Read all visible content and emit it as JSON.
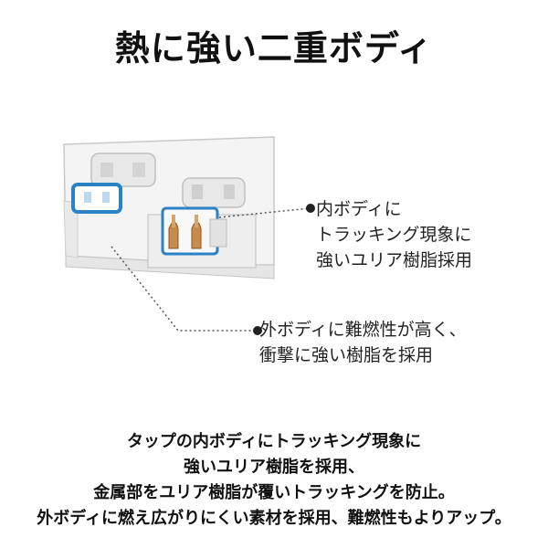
{
  "title": "熱に強い二重ボディ",
  "callouts": {
    "inner": {
      "lines": [
        "内ボディに",
        "トラッキング現象に",
        "強いユリア樹脂採用"
      ]
    },
    "outer": {
      "lines": [
        "外ボディに難燃性が高く、",
        "衝撃に強い樹脂を採用"
      ]
    }
  },
  "description": {
    "lines": [
      "タップの内ボディにトラッキング現象に",
      "強いユリア樹脂を採用、",
      "金属部をユリア樹脂が覆いトラッキングを防止。",
      "外ボディに燃え広がりにくい素材を採用、難燃性もよりアップ。"
    ]
  },
  "colors": {
    "inner_body_highlight": "#2b82c4",
    "metal_contact": "#c98a4a",
    "body": "#f2f2f2"
  }
}
